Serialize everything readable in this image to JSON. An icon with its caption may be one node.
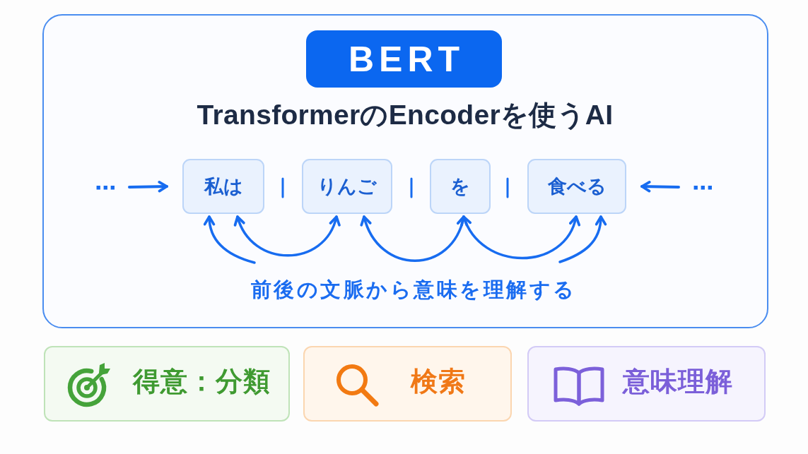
{
  "diagram": {
    "nodes": [
      {
        "text": [
          "TransformerのEncoderを使うAI",
          "前後の文脈から意味を理解する"
        ]
      },
      {
        "text": [
          "BERT"
        ],
        "in": 0
      },
      {
        "text": [
          "⋯"
        ],
        "in": 0
      },
      {
        "text": [
          "私は"
        ],
        "in": 0
      },
      {
        "text": [
          "りんご"
        ],
        "in": 0
      },
      {
        "text": [
          "を"
        ],
        "in": 0
      },
      {
        "text": [
          "食べる"
        ],
        "in": 0
      },
      {
        "text": [
          "⋯"
        ],
        "in": 0
      },
      {
        "text": [
          "得意：分類"
        ]
      },
      {
        "text": [
          "検索"
        ]
      },
      {
        "text": [
          "意味理解"
        ]
      }
    ],
    "edges": [
      {
        "from": 2,
        "to": 3,
        "arrow": "to"
      },
      {
        "from": 7,
        "to": 6,
        "arrow": "to"
      },
      {
        "from": null,
        "to": 3,
        "arrow": "to"
      },
      {
        "from": 3,
        "to": 4,
        "arrow": "both"
      },
      {
        "from": 4,
        "to": 5,
        "arrow": "both"
      },
      {
        "from": 5,
        "to": 6,
        "arrow": "both"
      },
      {
        "from": null,
        "to": 6,
        "arrow": "to"
      }
    ]
  }
}
